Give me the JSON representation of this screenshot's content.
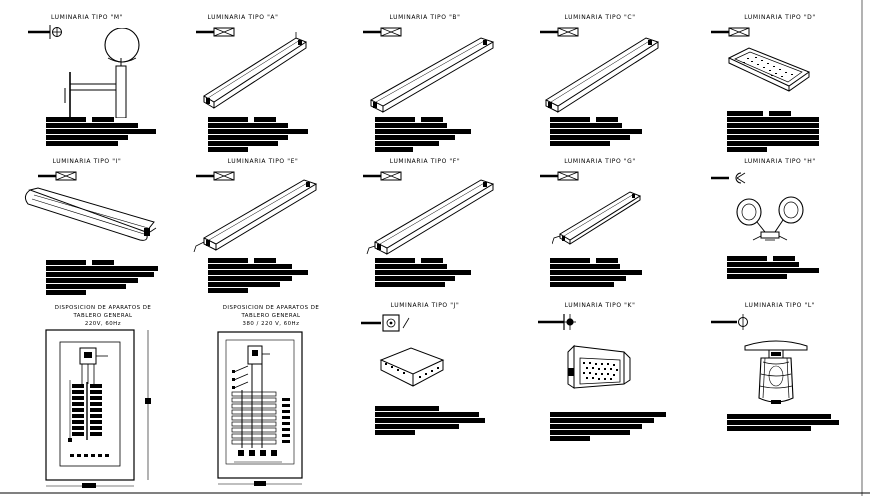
{
  "sheet": {
    "background": "#ffffff",
    "ink": "#000000",
    "fixtures": [
      {
        "id": "m",
        "title": "LUMINARIA TIPO \"M\"",
        "symbol": "wall-globe-symbol",
        "art": "wall-bracket-globe"
      },
      {
        "id": "a",
        "title": "LUMINARIA TIPO \"A\"",
        "symbol": "linear-box-symbol",
        "art": "strip-fixture"
      },
      {
        "id": "b",
        "title": "LUMINARIA TIPO \"B\"",
        "symbol": "linear-box-symbol",
        "art": "strip-fixture"
      },
      {
        "id": "c",
        "title": "LUMINARIA TIPO \"C\"",
        "symbol": "linear-box-symbol",
        "art": "strip-fixture"
      },
      {
        "id": "d",
        "title": "LUMINARIA TIPO \"D\"",
        "symbol": "linear-box-symbol",
        "art": "recessed-panel"
      },
      {
        "id": "i",
        "title": "LUMINARIA TIPO \"I\"",
        "symbol": "linear-box-symbol",
        "art": "lensed-strip"
      },
      {
        "id": "e",
        "title": "LUMINARIA TIPO \"E\"",
        "symbol": "linear-box-symbol",
        "art": "strip-fixture"
      },
      {
        "id": "f",
        "title": "LUMINARIA TIPO \"F\"",
        "symbol": "linear-box-symbol",
        "art": "strip-fixture"
      },
      {
        "id": "g",
        "title": "LUMINARIA TIPO \"G\"",
        "symbol": "linear-box-symbol",
        "art": "strip-fixture"
      },
      {
        "id": "h",
        "title": "LUMINARIA TIPO \"H\"",
        "symbol": "twin-spot-symbol",
        "art": "twin-spotlight"
      },
      {
        "id": "j",
        "title": "LUMINARIA TIPO \"J\"",
        "symbol": "square-ceiling-symbol",
        "art": "square-ceiling-box"
      },
      {
        "id": "k",
        "title": "LUMINARIA TIPO \"K\"",
        "symbol": "wall-pack-symbol",
        "art": "wall-pack"
      },
      {
        "id": "l",
        "title": "LUMINARIA TIPO \"L\"",
        "symbol": "vapor-proof-symbol",
        "art": "vapor-proof-pendant"
      }
    ],
    "panels": [
      {
        "id": "p1",
        "title_line1": "DISPOSICION DE APARATOS DE",
        "title_line2": "TABLERO GENERAL",
        "title_line3": "220V, 60Hz"
      },
      {
        "id": "p2",
        "title_line1": "DISPOSICION DE APARATOS DE",
        "title_line2": "TABLERO GENERAL",
        "title_line3": "380 / 220 V, 60Hz"
      }
    ]
  }
}
